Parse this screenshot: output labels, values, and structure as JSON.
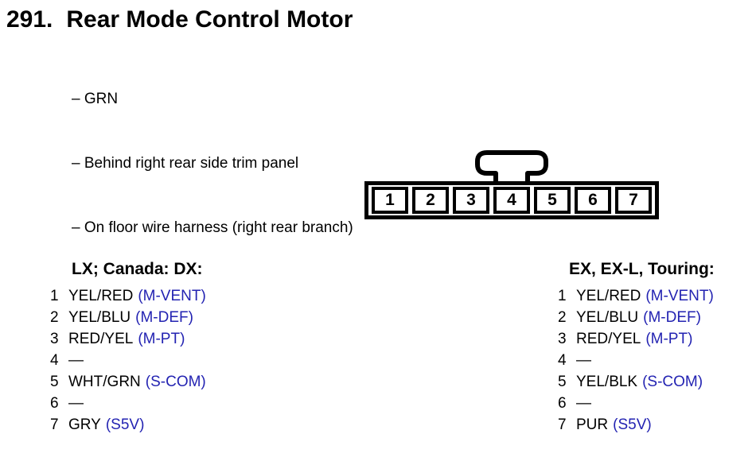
{
  "header": {
    "number": "291.",
    "title": "Rear Mode Control Motor",
    "notes": [
      "– GRN",
      "– Behind right rear side trim panel",
      "– On floor wire harness (right rear branch)"
    ]
  },
  "connector": {
    "pins": [
      "1",
      "2",
      "3",
      "4",
      "5",
      "6",
      "7"
    ]
  },
  "columns": [
    {
      "header": "LX; Canada: DX:",
      "rows": [
        {
          "pin": "1",
          "wire": "YEL/RED",
          "signal": "(M-VENT)"
        },
        {
          "pin": "2",
          "wire": "YEL/BLU",
          "signal": "(M-DEF)"
        },
        {
          "pin": "3",
          "wire": "RED/YEL",
          "signal": "(M-PT)"
        },
        {
          "pin": "4",
          "wire": "—",
          "signal": ""
        },
        {
          "pin": "5",
          "wire": "WHT/GRN",
          "signal": "(S-COM)"
        },
        {
          "pin": "6",
          "wire": "—",
          "signal": ""
        },
        {
          "pin": "7",
          "wire": "GRY",
          "signal": "(S5V)"
        }
      ]
    },
    {
      "header": "EX, EX-L, Touring:",
      "rows": [
        {
          "pin": "1",
          "wire": "YEL/RED",
          "signal": "(M-VENT)"
        },
        {
          "pin": "2",
          "wire": "YEL/BLU",
          "signal": "(M-DEF)"
        },
        {
          "pin": "3",
          "wire": "RED/YEL",
          "signal": "(M-PT)"
        },
        {
          "pin": "4",
          "wire": "—",
          "signal": ""
        },
        {
          "pin": "5",
          "wire": "YEL/BLK",
          "signal": "(S-COM)"
        },
        {
          "pin": "6",
          "wire": "—",
          "signal": ""
        },
        {
          "pin": "7",
          "wire": "PUR",
          "signal": "(S5V)"
        }
      ]
    }
  ],
  "colors": {
    "signal_blue": "#2323b2",
    "text": "#000000",
    "background": "#ffffff"
  }
}
